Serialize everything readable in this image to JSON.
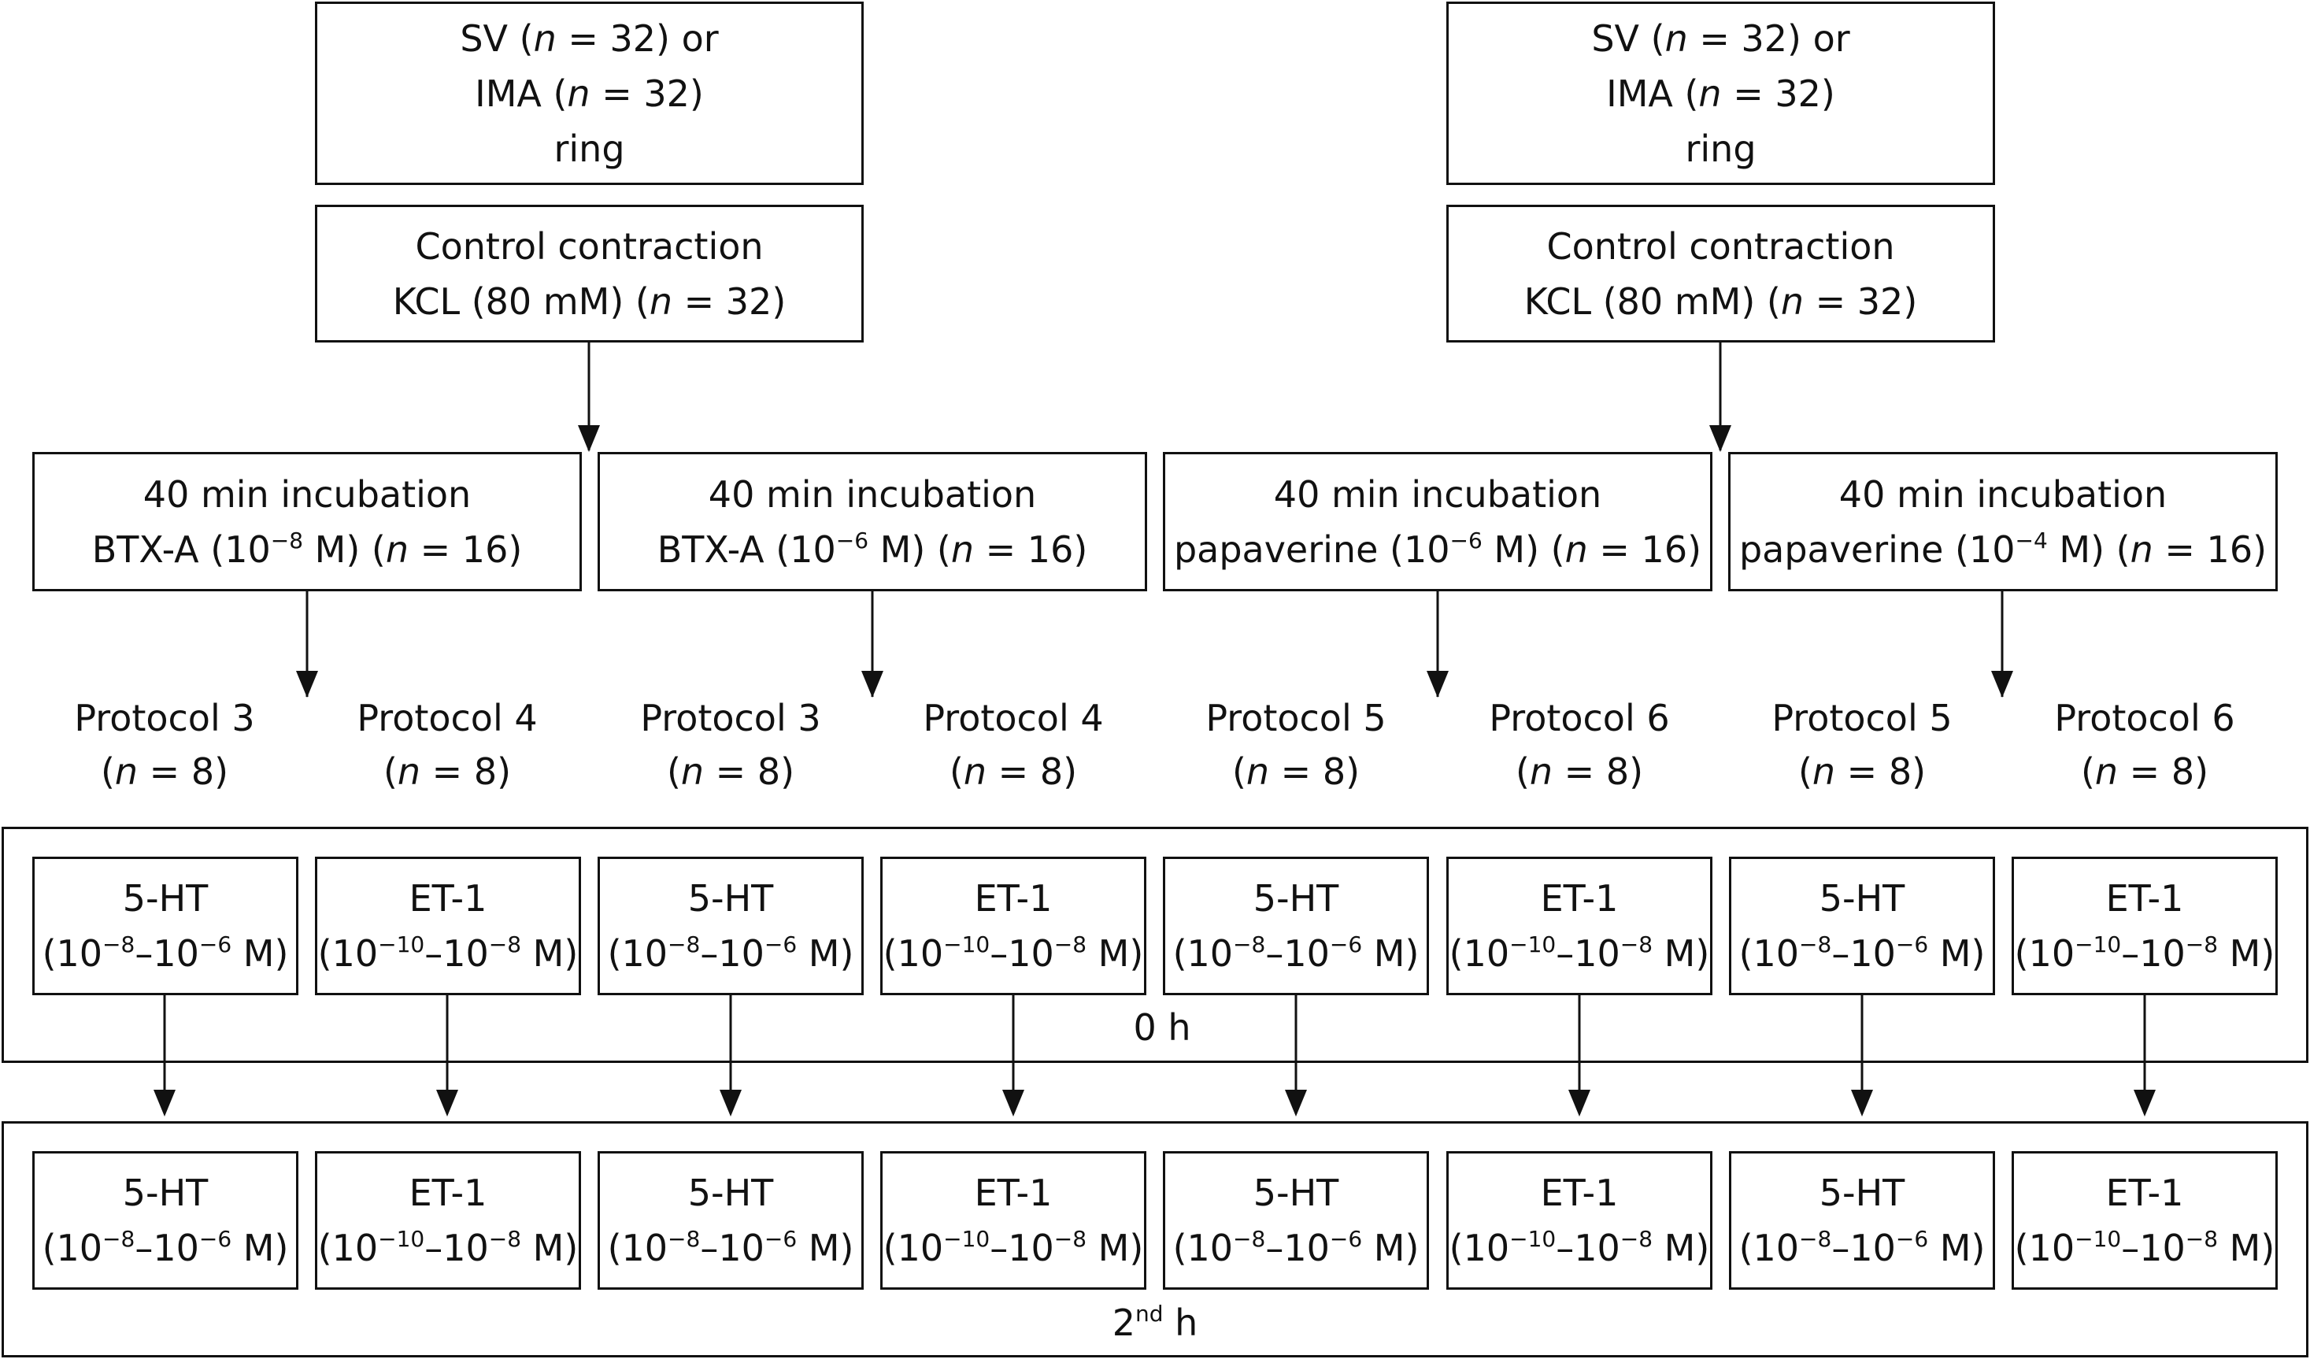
{
  "top_boxes": [
    {
      "pre1": "SV (",
      "n1": "n",
      "post1": " = 32) or",
      "pre2": "IMA (",
      "n2": "n",
      "post2": " = 32)",
      "line3": "ring"
    },
    {
      "pre1": "SV (",
      "n1": "n",
      "post1": " = 32) or",
      "pre2": "IMA (",
      "n2": "n",
      "post2": " = 32)",
      "line3": "ring"
    }
  ],
  "control_boxes": [
    {
      "line1": "Control contraction",
      "pre2": "KCL (80 mM) (",
      "n": "n",
      "post2": " = 32)"
    },
    {
      "line1": "Control contraction",
      "pre2": "KCL (80 mM) (",
      "n": "n",
      "post2": " = 32)"
    }
  ],
  "incubation_boxes": [
    {
      "line1": "40 min incubation",
      "drug": "BTX-A (10",
      "exp": "−8",
      "mid": " M) (",
      "n": "n",
      "post": " = 16)"
    },
    {
      "line1": "40 min incubation",
      "drug": "BTX-A (10",
      "exp": "−6",
      "mid": " M) (",
      "n": "n",
      "post": " = 16)"
    },
    {
      "line1": "40 min incubation",
      "drug": "papaverine (10",
      "exp": "−6",
      "mid": " M) (",
      "n": "n",
      "post": " = 16)"
    },
    {
      "line1": "40 min incubation",
      "drug": "papaverine (10",
      "exp": "−4",
      "mid": " M) (",
      "n": "n",
      "post": " = 16)"
    }
  ],
  "protocols": [
    {
      "name": "Protocol 3",
      "pre": "(",
      "n": "n",
      "post": " = 8)"
    },
    {
      "name": "Protocol 4",
      "pre": "(",
      "n": "n",
      "post": " = 8)"
    },
    {
      "name": "Protocol 3",
      "pre": "(",
      "n": "n",
      "post": " = 8)"
    },
    {
      "name": "Protocol 4",
      "pre": "(",
      "n": "n",
      "post": " = 8)"
    },
    {
      "name": "Protocol 5",
      "pre": "(",
      "n": "n",
      "post": " = 8)"
    },
    {
      "name": "Protocol 6",
      "pre": "(",
      "n": "n",
      "post": " = 8)"
    },
    {
      "name": "Protocol 5",
      "pre": "(",
      "n": "n",
      "post": " = 8)"
    },
    {
      "name": "Protocol 6",
      "pre": "(",
      "n": "n",
      "post": " = 8)"
    }
  ],
  "agonists": [
    {
      "name": "5-HT",
      "open": "(10",
      "e1": "−8",
      "dash": "–10",
      "e2": "−6",
      "close": " M)"
    },
    {
      "name": "ET-1",
      "open": "(10",
      "e1": "−10",
      "dash": "–10",
      "e2": "−8",
      "close": " M)"
    },
    {
      "name": "5-HT",
      "open": "(10",
      "e1": "−8",
      "dash": "–10",
      "e2": "−6",
      "close": " M)"
    },
    {
      "name": "ET-1",
      "open": "(10",
      "e1": "−10",
      "dash": "–10",
      "e2": "−8",
      "close": " M)"
    },
    {
      "name": "5-HT",
      "open": "(10",
      "e1": "−8",
      "dash": "–10",
      "e2": "−6",
      "close": " M)"
    },
    {
      "name": "ET-1",
      "open": "(10",
      "e1": "−10",
      "dash": "–10",
      "e2": "−8",
      "close": " M)"
    },
    {
      "name": "5-HT",
      "open": "(10",
      "e1": "−8",
      "dash": "–10",
      "e2": "−6",
      "close": " M)"
    },
    {
      "name": "ET-1",
      "open": "(10",
      "e1": "−10",
      "dash": "–10",
      "e2": "−8",
      "close": " M)"
    }
  ],
  "time_0": "0 h",
  "time_2": {
    "num": "2",
    "sup": "nd",
    "unit": " h"
  }
}
